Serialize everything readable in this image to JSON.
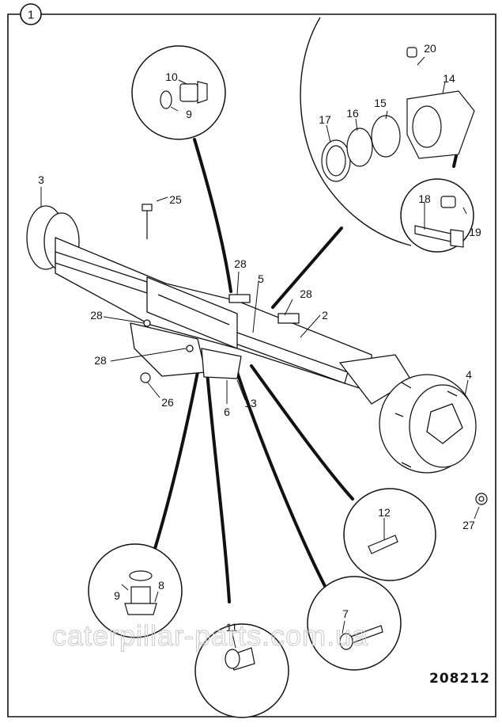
{
  "figure": {
    "number": "1",
    "drawing_code": "208212",
    "watermark": "caterpillar-parts.com.ua",
    "title": "Front axle assembly exploded view"
  },
  "callouts": {
    "main": {
      "p2": "2",
      "p3": "3",
      "p4": "4",
      "p5": "5",
      "p6": "6",
      "p13": "13",
      "p25": "25",
      "p26": "26",
      "p27": "27",
      "p28a": "28",
      "p28b": "28",
      "p28c": "28",
      "p28d": "28"
    },
    "detail_top": {
      "p10": "10",
      "p9": "9"
    },
    "detail_pivot": {
      "p14": "14",
      "p15": "15",
      "p16": "16",
      "p17": "17",
      "p20": "20"
    },
    "detail_pivot_bolts": {
      "p18": "18",
      "p19": "19"
    },
    "detail_pin": {
      "p12": "12"
    },
    "detail_drain": {
      "p8": "8",
      "p9": "9"
    },
    "detail_plug": {
      "p11": "11"
    },
    "detail_bolt": {
      "p7": "7"
    }
  },
  "colors": {
    "ink": "#111111",
    "paper": "#ffffff",
    "watermark": "#c8c8c8"
  }
}
